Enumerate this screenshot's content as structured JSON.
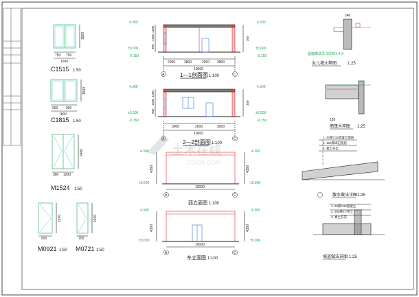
{
  "colors": {
    "background": "#ffffff",
    "line": "#1a1a1a",
    "accent_green": "#18a64a",
    "accent_red": "#e0282a",
    "accent_blue": "#2f6fd6",
    "accent_cyan": "#22b7c7",
    "hatch": "#7a7a7a",
    "watermark": "#c9d3dc"
  },
  "windows": {
    "c1515": {
      "label": "C1515",
      "scale": "1:50",
      "dim_w1": "750",
      "dim_w2": "750",
      "dim_total": "1500",
      "dim_h": "1500"
    },
    "c1815": {
      "label": "C1815",
      "scale": "1:50",
      "dim_w1": "900",
      "dim_w2": "900",
      "dim_total": "1800",
      "dim_h": "1500"
    },
    "m1524": {
      "label": "M1524",
      "scale": "1:50",
      "dim_w1": "300",
      "dim_w2": "1200",
      "dim_h": "2400"
    },
    "m0921": {
      "label": "M0921",
      "scale": "1:50",
      "dim_w": "900",
      "dim_h": "2100"
    },
    "m0721": {
      "label": "M0721",
      "scale": "1:50",
      "dim_w": "700",
      "dim_h": "2100"
    }
  },
  "sections": {
    "s1": {
      "title": "1—1剖面图",
      "scale": "1:100",
      "dims_bottom": [
        "2000",
        "3800",
        "2000",
        "3800"
      ],
      "total": "10000",
      "axis_left": "A",
      "axis_right": "C",
      "level_top": "4.300",
      "level_mid": "±0.000",
      "level_bot": "-0.150",
      "vert_dims": [
        "900",
        "1500",
        "1200",
        "300"
      ]
    },
    "s2": {
      "title": "2—2剖面图",
      "scale": "1:100",
      "dims_bottom": [
        "3000",
        "2000",
        "3000"
      ],
      "total": "10000",
      "axis_left": "A",
      "axis_right": "C",
      "level_top": "4.300",
      "level_mid": "±0.000",
      "level_bot": "-0.150",
      "vert_dims": [
        "900",
        "1500",
        "1200",
        "300"
      ]
    }
  },
  "elevations": {
    "e1": {
      "title": "西立面图",
      "scale": "1:100",
      "total": "10000",
      "axis_left": "A",
      "axis_right": "C",
      "level_top": "4.300",
      "level_bot": "±0.000",
      "side_dim": "4300"
    },
    "e2": {
      "title": "东立面图",
      "scale": "1:100",
      "total": "10000",
      "axis_left": "A",
      "axis_right": "C",
      "level_top": "4.300",
      "level_bot": "±0.000",
      "side_dim": "4300"
    }
  },
  "details": {
    "d1": {
      "title": "女儿墙大样图",
      "scale": "1:25",
      "note": "屋面做法见 03J201-4-3",
      "dim": "240"
    },
    "d2": {
      "title": "雨篷大样图",
      "scale": "1:25",
      "dim": "120"
    },
    "d3": {
      "title": "散水做法详图",
      "scale": "1:25",
      "notes": [
        "1. 30厚C15混凝土面层",
        "2. 150厚碎石垫层",
        "3. 素土夯实"
      ]
    },
    "d4": {
      "title": "坡道做法详图",
      "scale": "1:25",
      "notes": [
        "1. 60厚C20混凝土",
        "2. 300厚3:7灰土",
        "3. 素土夯实"
      ]
    }
  },
  "watermark": {
    "brand": "土木在线",
    "sub": "COI88.COM"
  }
}
